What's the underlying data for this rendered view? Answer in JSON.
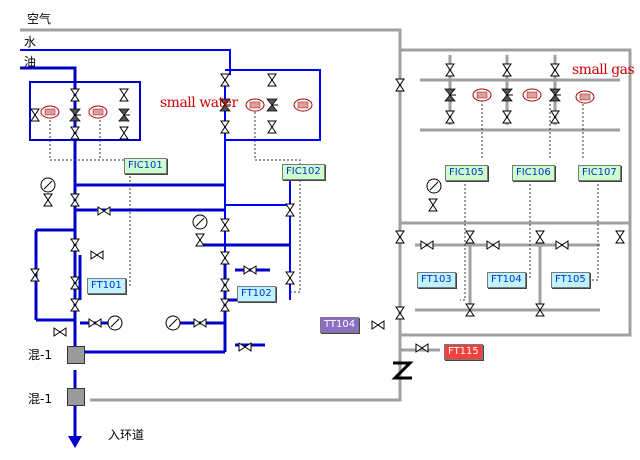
{
  "labels": {
    "air": "空气",
    "water": "水",
    "oil": "油",
    "mixer1": "混-1",
    "mixer2": "混-1",
    "to_loop": "入环道",
    "small_water": "small water",
    "small_gas": "small gas"
  },
  "instruments": {
    "fic101": "FIC101",
    "fic102": "FIC102",
    "fic105": "FIC105",
    "fic106": "FIC106",
    "fic107": "FIC107",
    "ft101": "FT101",
    "ft102": "FT102",
    "ft103": "FT103",
    "ft104": "FT104",
    "ft105": "FT105",
    "tt104": "TT104",
    "ft115": "FT115"
  },
  "colors": {
    "gas_line": "#a0a0a0",
    "water_line": "#0000ff",
    "oil_line": "#0000c8",
    "fic_tag": "#ccffcc",
    "ft_tag": "#bff4ff",
    "tt_tag": "#8b6fc7",
    "ft115_tag": "#f2403a",
    "annotation": "#cc0000"
  }
}
